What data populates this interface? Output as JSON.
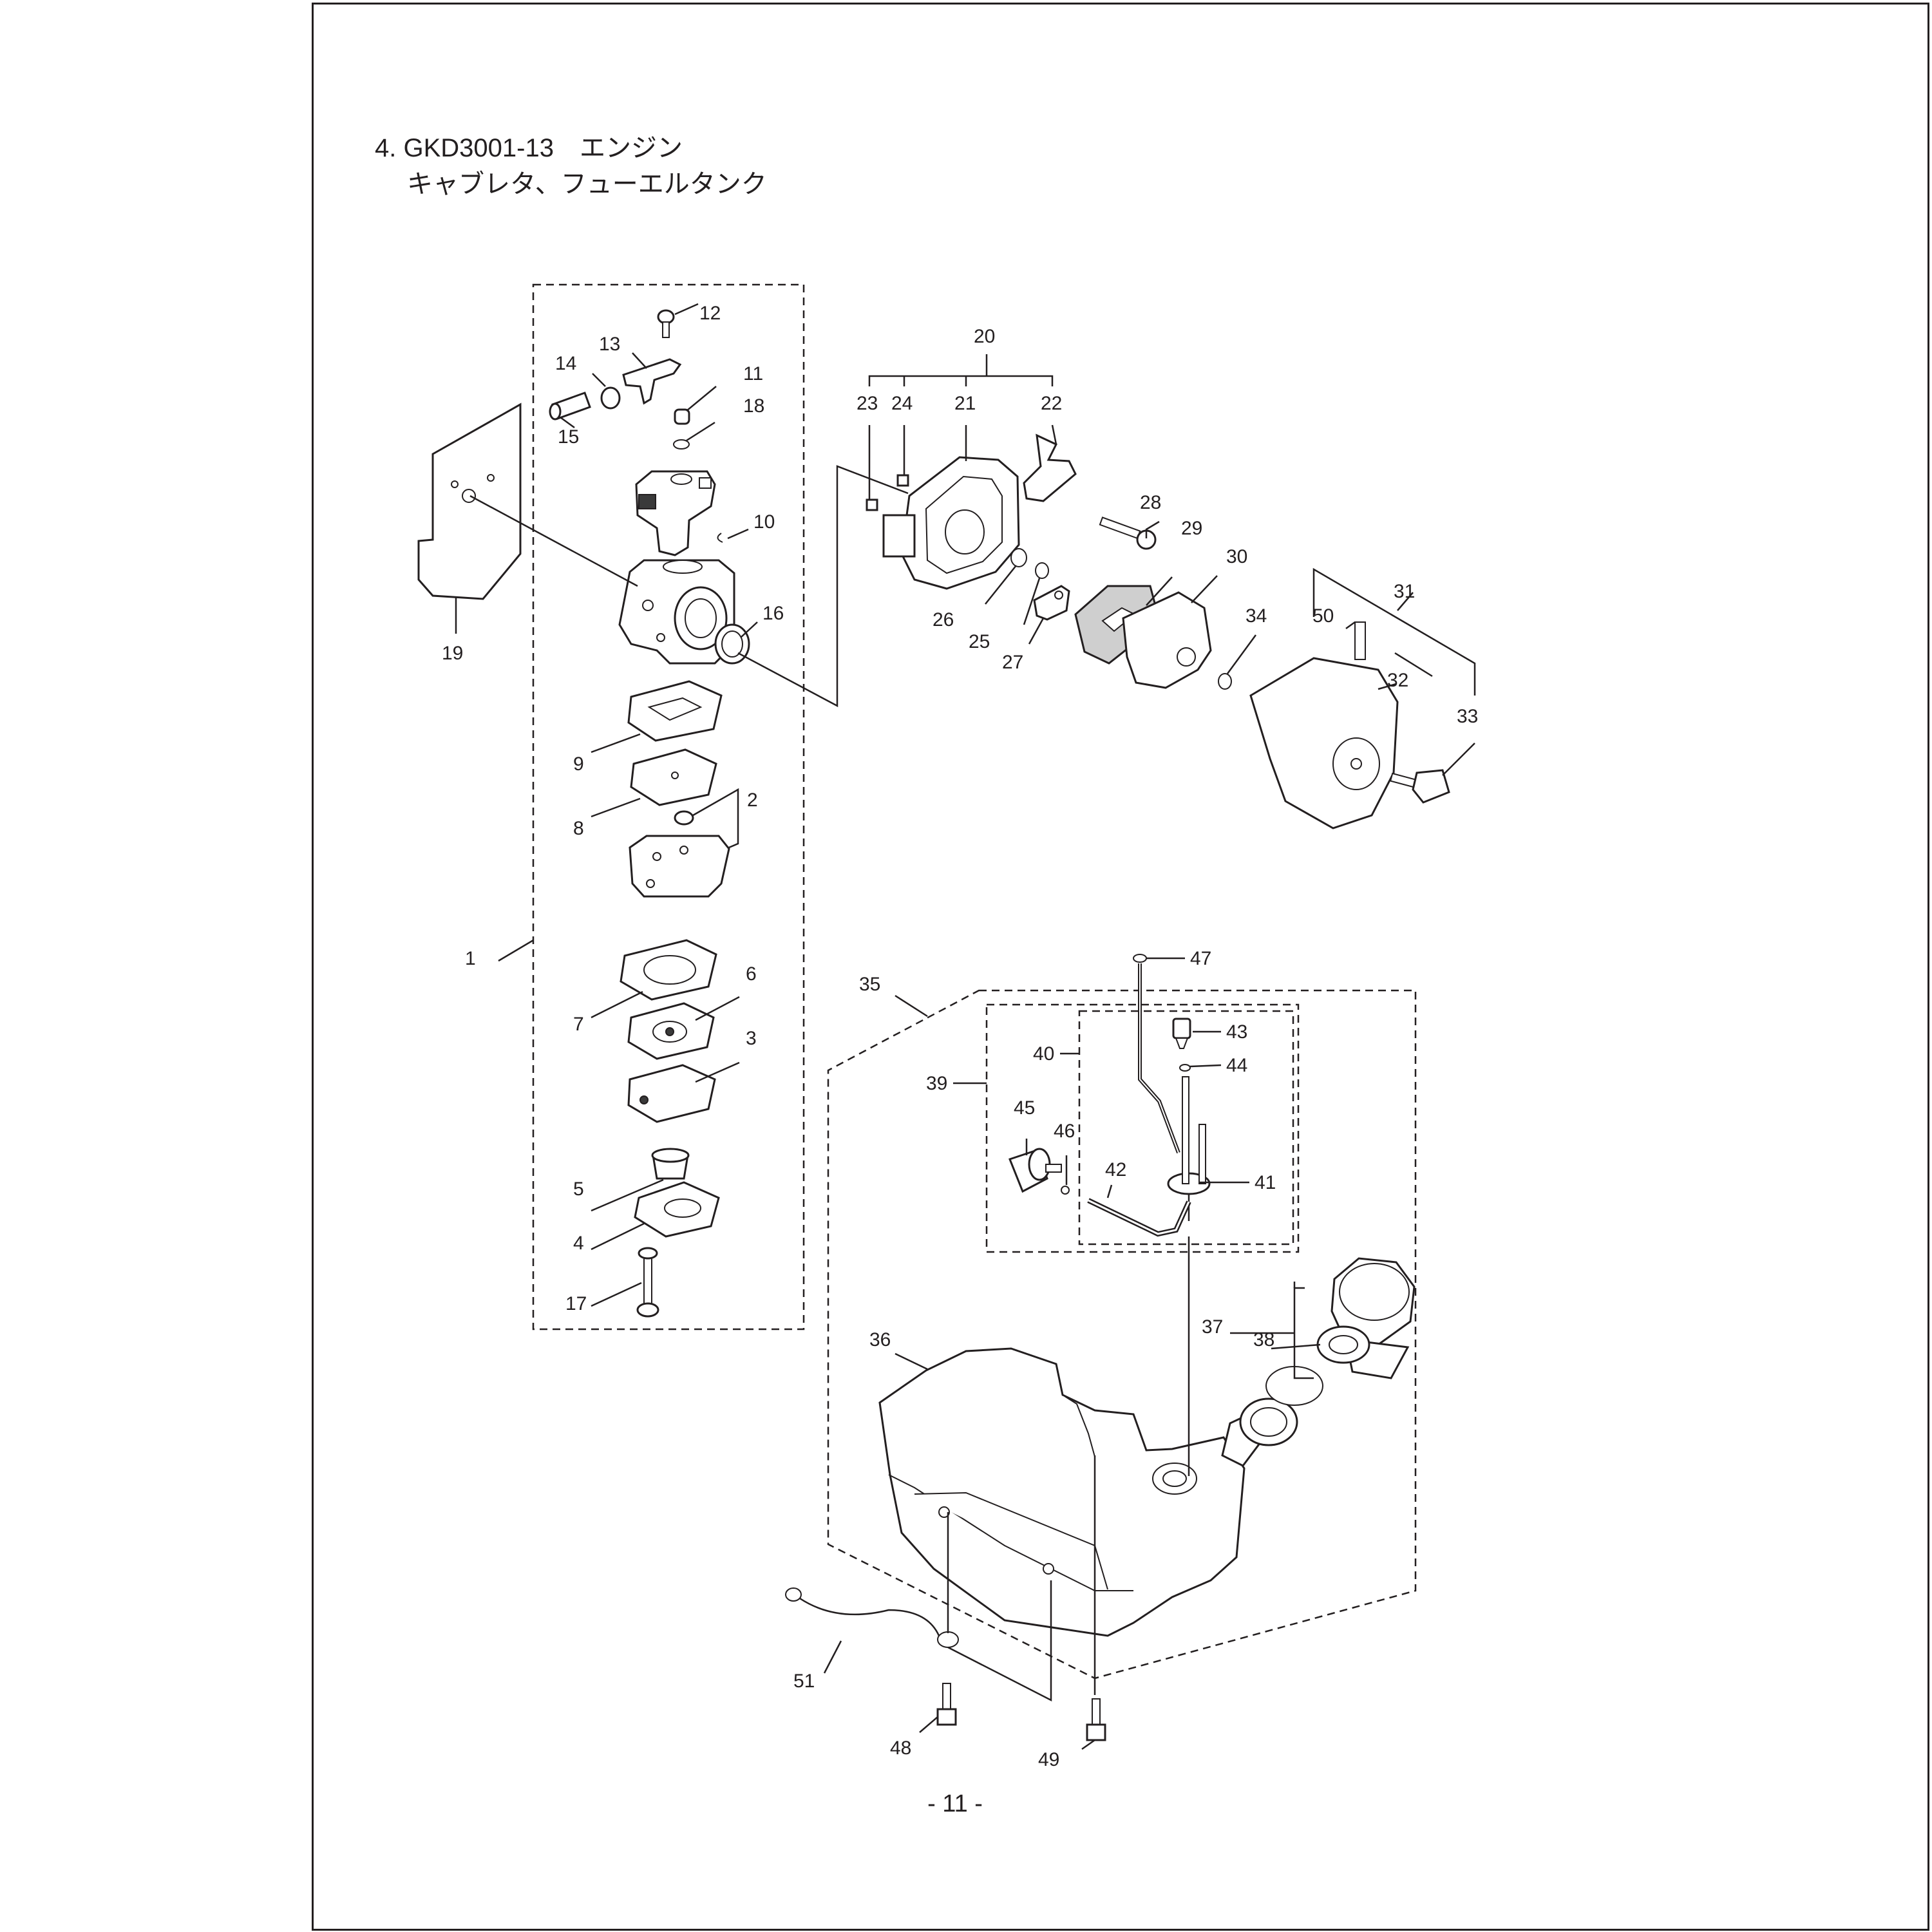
{
  "heading": {
    "line1": "4. GKD3001-13　エンジン",
    "line2": "キャブレタ、フューエルタンク"
  },
  "page_number": "- 11 -",
  "callouts": [
    "1",
    "2",
    "3",
    "4",
    "5",
    "6",
    "7",
    "8",
    "9",
    "10",
    "11",
    "12",
    "13",
    "14",
    "15",
    "16",
    "17",
    "18",
    "19",
    "20",
    "21",
    "22",
    "23",
    "24",
    "25",
    "26",
    "27",
    "28",
    "29",
    "30",
    "31",
    "32",
    "33",
    "34",
    "35",
    "36",
    "37",
    "38",
    "39",
    "40",
    "41",
    "42",
    "43",
    "44",
    "45",
    "46",
    "47",
    "48",
    "49",
    "50",
    "51"
  ]
}
